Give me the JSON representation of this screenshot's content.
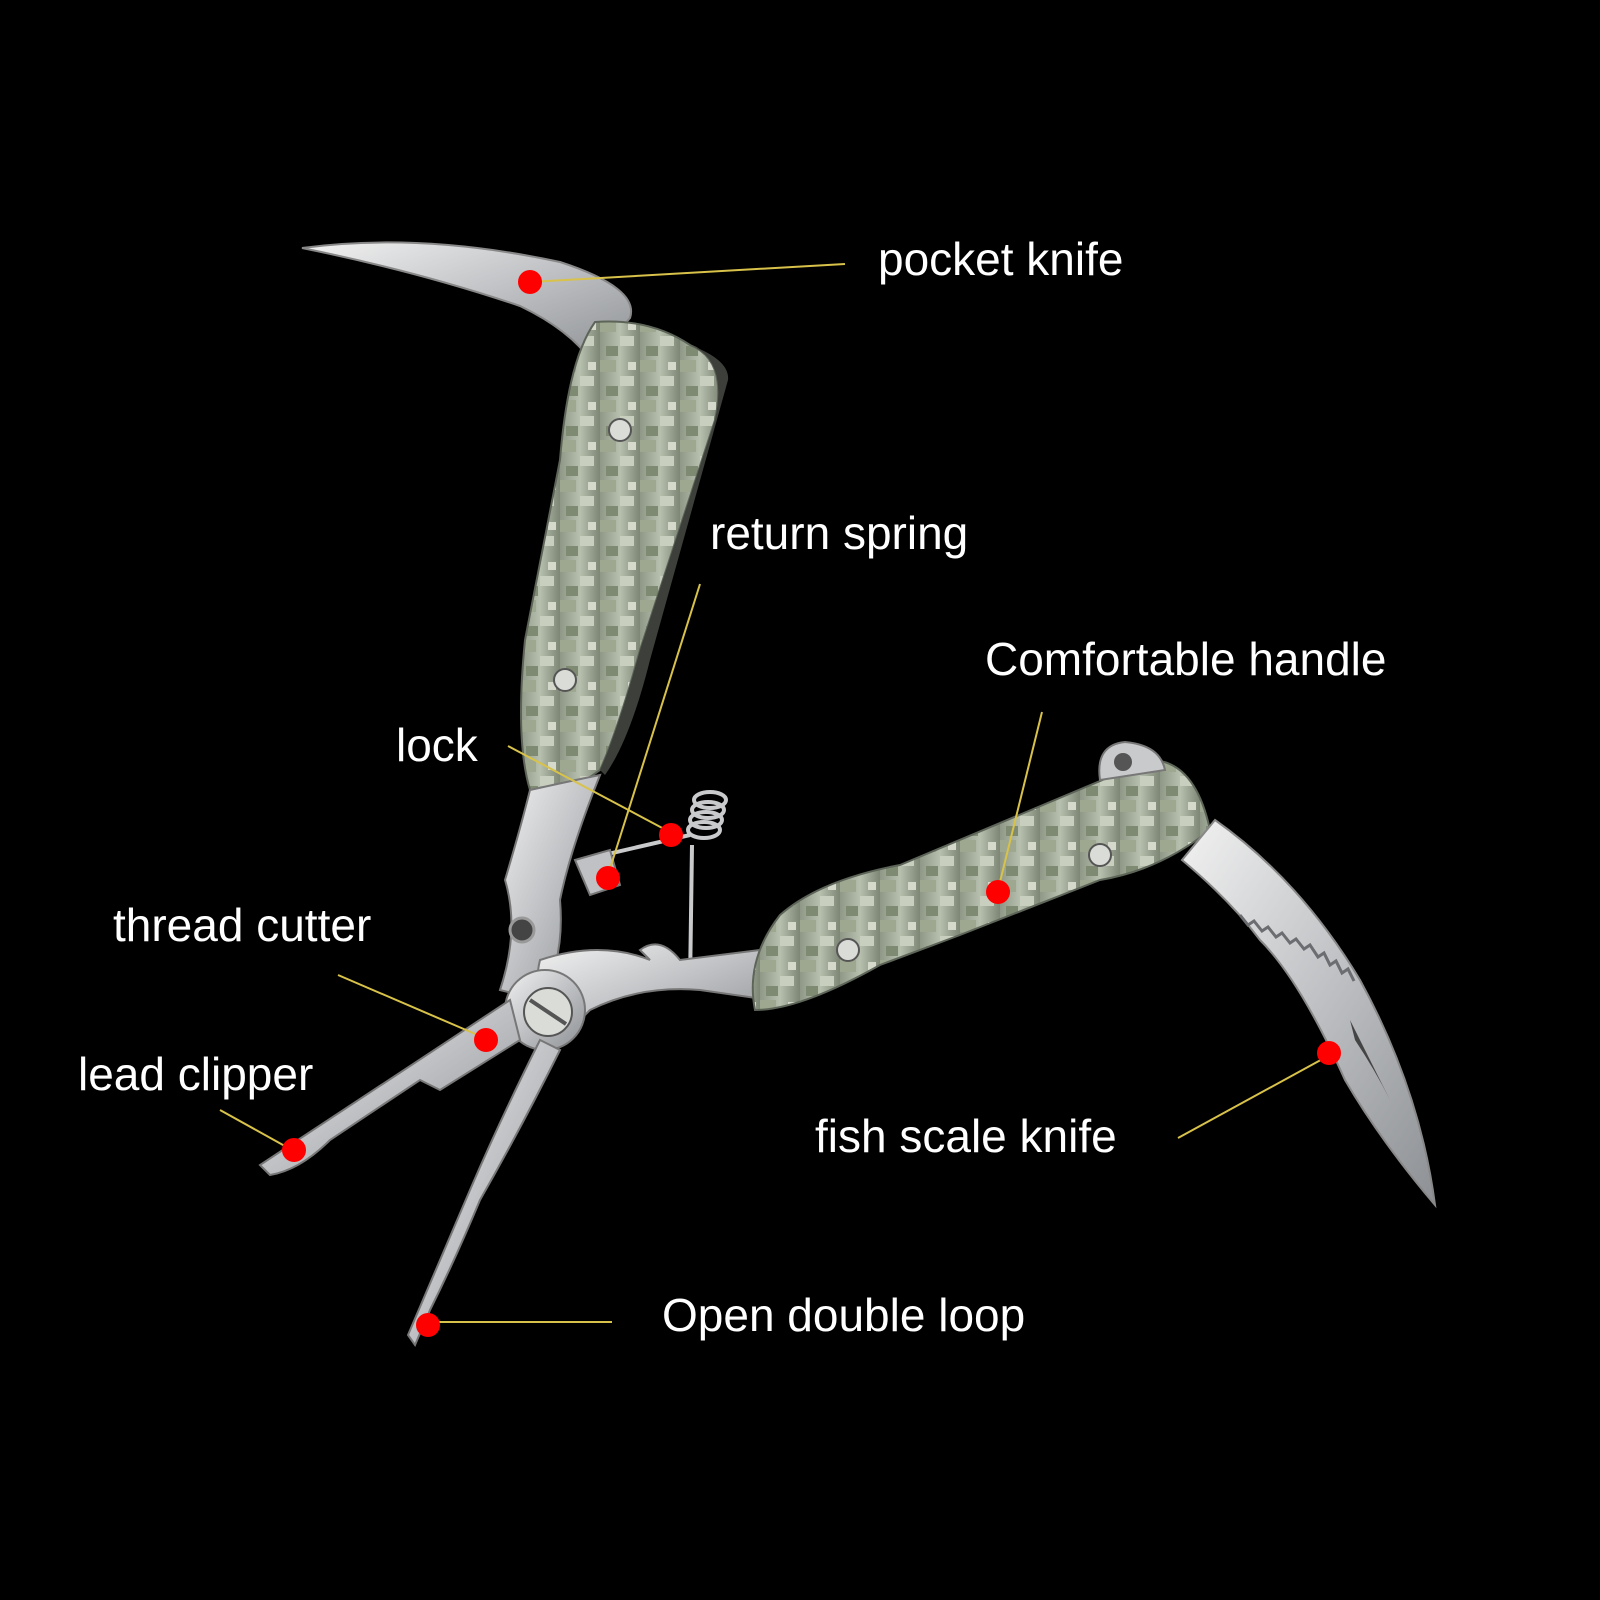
{
  "colors": {
    "background": "#000000",
    "leader_line": "#d8c24a",
    "marker": "#ff0000",
    "label_text": "#ffffff",
    "steel": "#c9cacc",
    "handle_camo": "#a9b2a0"
  },
  "labels": {
    "pocket_knife": "pocket knife",
    "return_spring": "return spring",
    "comfortable_handle": "Comfortable handle",
    "lock": "lock",
    "thread_cutter": "thread cutter",
    "lead_clipper": "lead clipper",
    "fish_scale_knife": "fish scale knife",
    "open_double_loop": "Open double loop"
  }
}
